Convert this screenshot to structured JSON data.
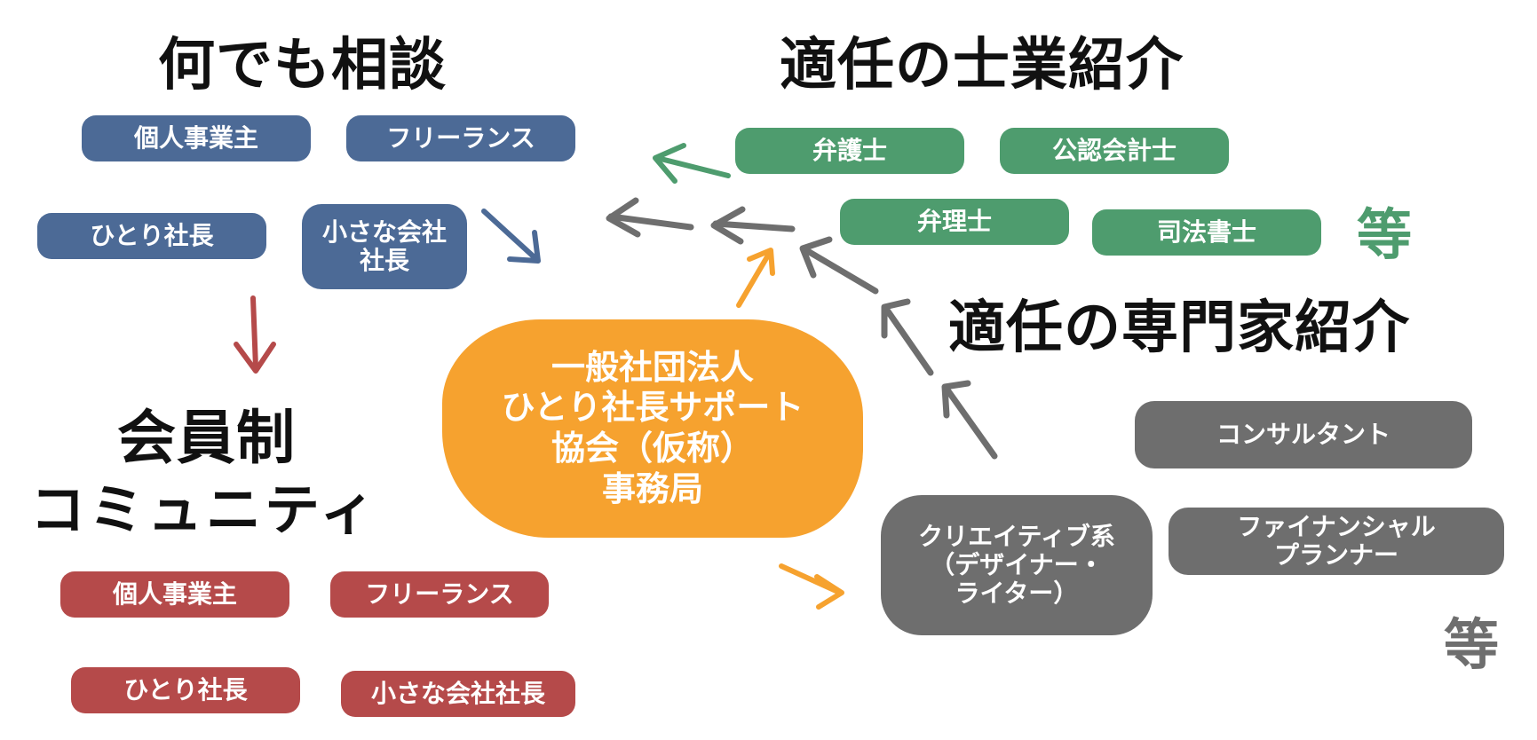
{
  "headings": {
    "consult": "何でも相談",
    "shigyo": "適任の士業紹介",
    "expert": "適任の専門家紹介",
    "community_line1": "会員制",
    "community_line2": "コミュニティ"
  },
  "center": {
    "lines": [
      "一般社団法人",
      "ひとり社長サポート",
      "協会（仮称）",
      "事務局"
    ]
  },
  "consult_tags": [
    "個人事業主",
    "フリーランス",
    "ひとり社長",
    "小さな会社\n社長"
  ],
  "shigyo_tags": [
    "弁護士",
    "公認会計士",
    "弁理士",
    "司法書士"
  ],
  "expert_tags": [
    "コンサルタント",
    "クリエイティブ系\n（デザイナー・\nライター）",
    "ファイナンシャル\nプランナー"
  ],
  "community_tags": [
    "個人事業主",
    "フリーランス",
    "ひとり社長",
    "小さな会社社長"
  ],
  "etc_label": "等",
  "colors": {
    "blue": "#4c6a96",
    "green": "#4e9c6e",
    "red": "#b54a4a",
    "gray": "#6e6e6e",
    "orange": "#f6a22f"
  }
}
